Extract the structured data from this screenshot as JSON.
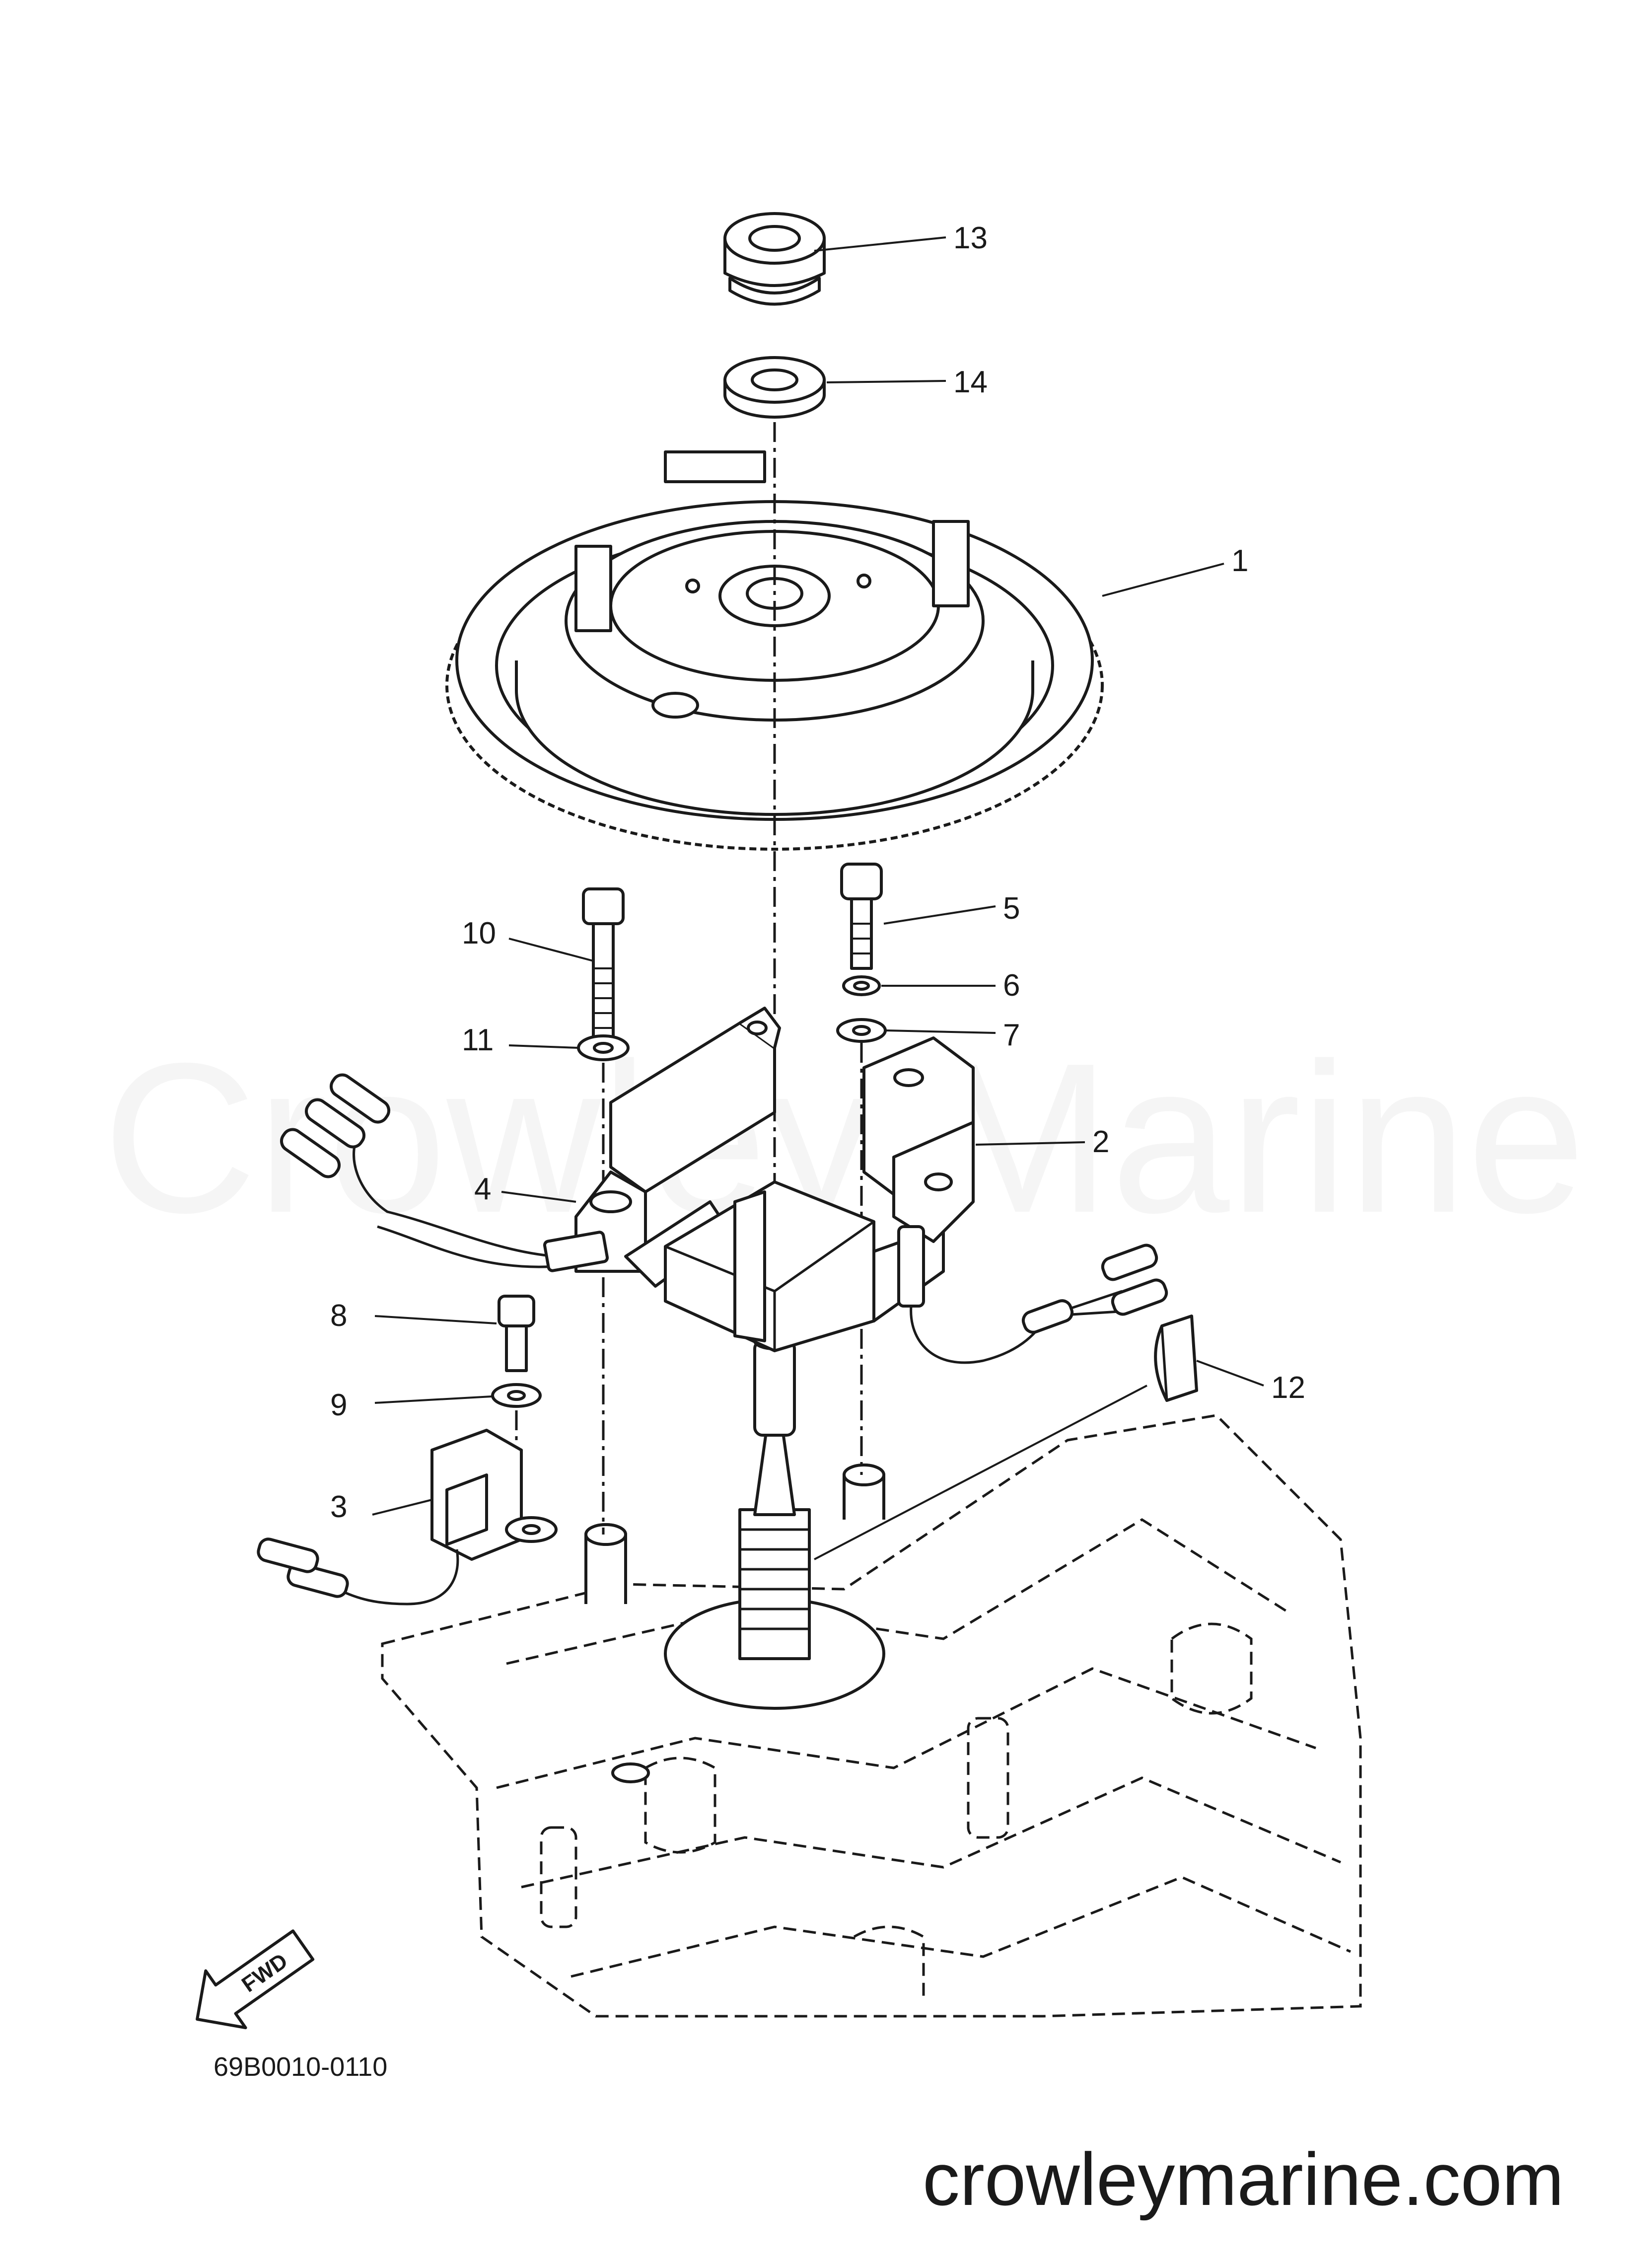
{
  "diagram": {
    "reference_code": "69B0010-0110",
    "fwd_label": "FWD",
    "watermark": "Crowley Marine",
    "site": "crowleymarine.com",
    "callouts": [
      {
        "id": "1",
        "label": "1"
      },
      {
        "id": "2",
        "label": "2"
      },
      {
        "id": "3",
        "label": "3"
      },
      {
        "id": "4",
        "label": "4"
      },
      {
        "id": "5",
        "label": "5"
      },
      {
        "id": "6",
        "label": "6"
      },
      {
        "id": "7",
        "label": "7"
      },
      {
        "id": "8",
        "label": "8"
      },
      {
        "id": "9",
        "label": "9"
      },
      {
        "id": "10",
        "label": "10"
      },
      {
        "id": "11",
        "label": "11"
      },
      {
        "id": "12",
        "label": "12"
      },
      {
        "id": "13",
        "label": "13"
      },
      {
        "id": "14",
        "label": "14"
      }
    ]
  }
}
